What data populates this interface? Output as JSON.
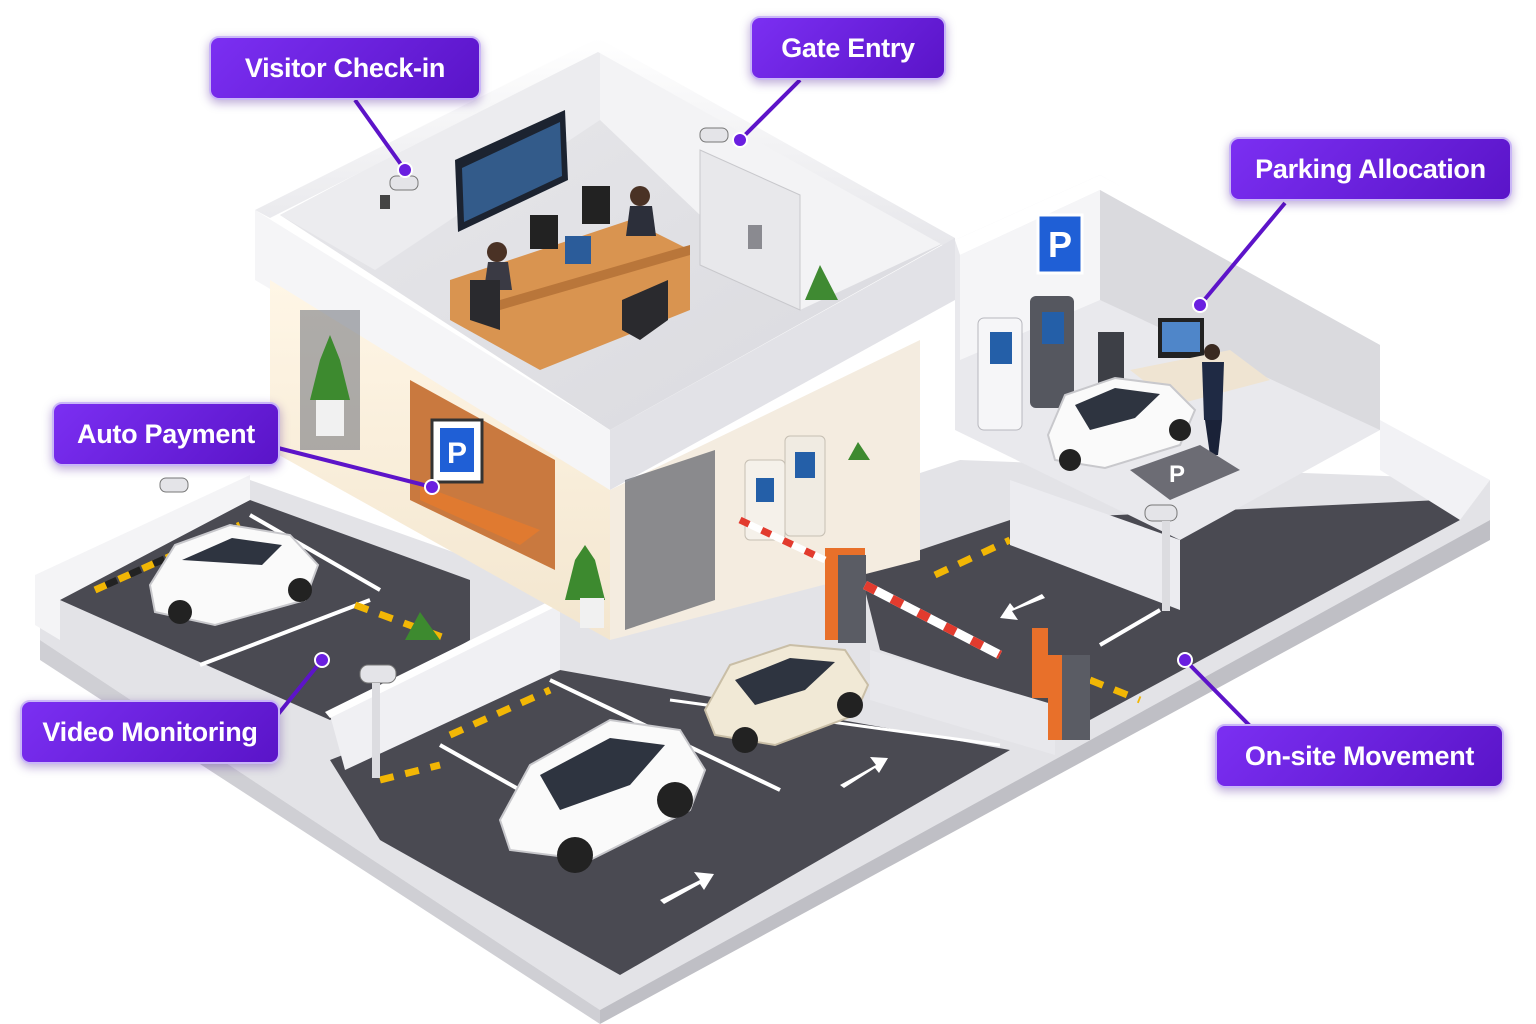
{
  "callouts": {
    "visitor_checkin": "Visitor Check-in",
    "gate_entry": "Gate Entry",
    "parking_allocation": "Parking Allocation",
    "auto_payment": "Auto Payment",
    "video_monitoring": "Video Monitoring",
    "onsite_movement": "On-site Movement"
  },
  "signs": {
    "parking_symbol": "P"
  },
  "colors": {
    "callout_purple": "#6a1fe0",
    "callout_border": "#c9b6f7",
    "asphalt": "#4a4a52",
    "wall": "#f1f1f3",
    "parking_sign_blue": "#1f5fd6",
    "barrier_orange": "#e8702a",
    "desk_wood": "#d99450"
  }
}
